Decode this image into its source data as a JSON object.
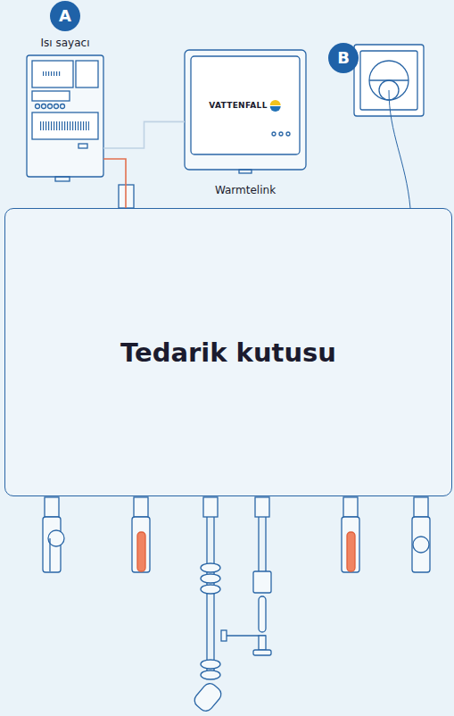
{
  "diagram": {
    "nodes": [
      {
        "text": [
          "A"
        ]
      },
      {
        "text": [
          "Isı sayacı"
        ]
      },
      {
        "text": [
          "B"
        ]
      },
      {
        "text": [
          "VATTENFALL",
          "Warmtelink"
        ]
      },
      {
        "text": [
          "Tedarik kutusu"
        ]
      }
    ],
    "edges": [
      {
        "from": 1,
        "to": 4,
        "arrow": "none"
      },
      {
        "from": 1,
        "to": 3,
        "arrow": "none"
      }
    ]
  }
}
